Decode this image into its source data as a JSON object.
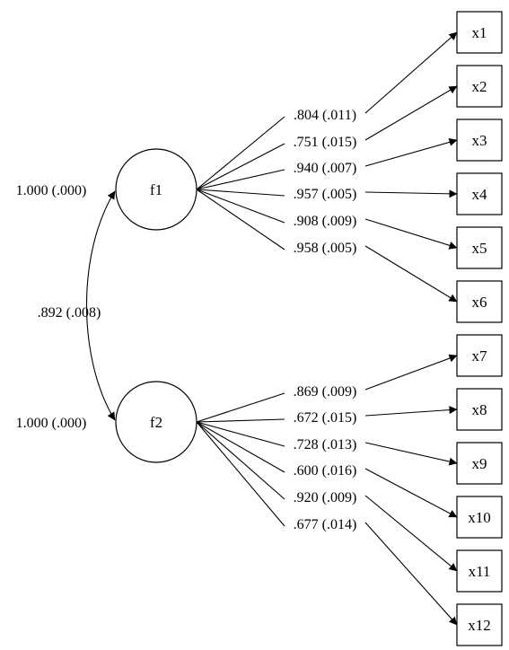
{
  "factors": [
    {
      "label": "f1",
      "variance": "1.000 (.000)"
    },
    {
      "label": "f2",
      "variance": "1.000 (.000)"
    }
  ],
  "covariance": ".892 (.008)",
  "indicators": [
    {
      "label": "x1",
      "loading": ".804 (.011)"
    },
    {
      "label": "x2",
      "loading": ".751 (.015)"
    },
    {
      "label": "x3",
      "loading": ".940 (.007)"
    },
    {
      "label": "x4",
      "loading": ".957 (.005)"
    },
    {
      "label": "x5",
      "loading": ".908 (.009)"
    },
    {
      "label": "x6",
      "loading": ".958 (.005)"
    },
    {
      "label": "x7",
      "loading": ".869 (.009)"
    },
    {
      "label": "x8",
      "loading": ".672 (.015)"
    },
    {
      "label": "x9",
      "loading": ".728 (.013)"
    },
    {
      "label": "x10",
      "loading": ".600 (.016)"
    },
    {
      "label": "x11",
      "loading": ".920 (.009)"
    },
    {
      "label": "x12",
      "loading": ".677 (.014)"
    }
  ],
  "colors": {
    "stroke": "#000000",
    "background": "#ffffff"
  }
}
